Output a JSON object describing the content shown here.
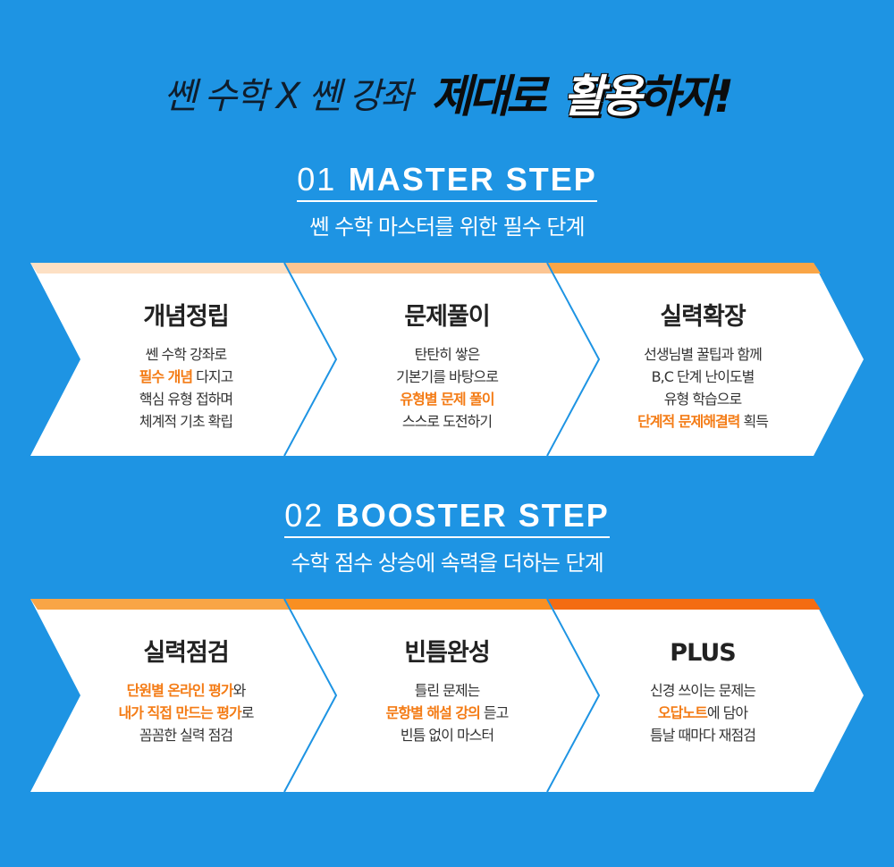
{
  "headline": {
    "part1": "쎈 수학 X 쎈 강좌",
    "part2": "제대로",
    "part3": "활용",
    "part4": "하자!"
  },
  "steps": [
    {
      "number": "01",
      "name": "MASTER STEP",
      "subtitle": "쎈 수학 마스터를 위한 필수 단계",
      "top_colors": [
        "#fde0c4",
        "#fcc592",
        "#f9a546"
      ],
      "cards": [
        {
          "title": "개념정립",
          "lines": [
            [
              {
                "t": "쎈 수학 강좌로",
                "h": false
              }
            ],
            [
              {
                "t": "필수 개념",
                "h": true
              },
              {
                "t": " 다지고",
                "h": false
              }
            ],
            [
              {
                "t": "핵심 유형 접하며",
                "h": false
              }
            ],
            [
              {
                "t": "체계적 기초 확립",
                "h": false
              }
            ]
          ]
        },
        {
          "title": "문제풀이",
          "lines": [
            [
              {
                "t": "탄탄히 쌓은",
                "h": false
              }
            ],
            [
              {
                "t": "기본기를 바탕으로",
                "h": false
              }
            ],
            [
              {
                "t": "유형별 문제 풀이",
                "h": true
              }
            ],
            [
              {
                "t": "스스로 도전하기",
                "h": false
              }
            ]
          ]
        },
        {
          "title": "실력확장",
          "lines": [
            [
              {
                "t": "선생님별 꿀팁과 함께",
                "h": false
              }
            ],
            [
              {
                "t": "B,C 단계 난이도별",
                "h": false
              }
            ],
            [
              {
                "t": "유형 학습으로",
                "h": false
              }
            ],
            [
              {
                "t": "단계적 문제해결력",
                "h": true
              },
              {
                "t": " 획득",
                "h": false
              }
            ]
          ]
        }
      ]
    },
    {
      "number": "02",
      "name": "BOOSTER STEP",
      "subtitle": "수학 점수 상승에 속력을 더하는 단계",
      "top_colors": [
        "#f9a546",
        "#f98f22",
        "#f46c12"
      ],
      "cards": [
        {
          "title": "실력점검",
          "lines": [
            [
              {
                "t": "단원별 온라인 평가",
                "h": true
              },
              {
                "t": "와",
                "h": false
              }
            ],
            [
              {
                "t": "내가 직접 만드는 평가",
                "h": true
              },
              {
                "t": "로",
                "h": false
              }
            ],
            [
              {
                "t": "꼼꼼한 실력 점검",
                "h": false
              }
            ]
          ]
        },
        {
          "title": "빈틈완성",
          "lines": [
            [
              {
                "t": "틀린 문제는",
                "h": false
              }
            ],
            [
              {
                "t": "문항별 해설 강의",
                "h": true
              },
              {
                "t": " 듣고",
                "h": false
              }
            ],
            [
              {
                "t": "빈틈 없이 마스터",
                "h": false
              }
            ]
          ]
        },
        {
          "title": "PLUS",
          "lines": [
            [
              {
                "t": "신경 쓰이는 문제는",
                "h": false
              }
            ],
            [
              {
                "t": "오답노트",
                "h": true
              },
              {
                "t": "에 담아",
                "h": false
              }
            ],
            [
              {
                "t": "틈날 때마다 재점검",
                "h": false
              }
            ]
          ]
        }
      ]
    }
  ]
}
